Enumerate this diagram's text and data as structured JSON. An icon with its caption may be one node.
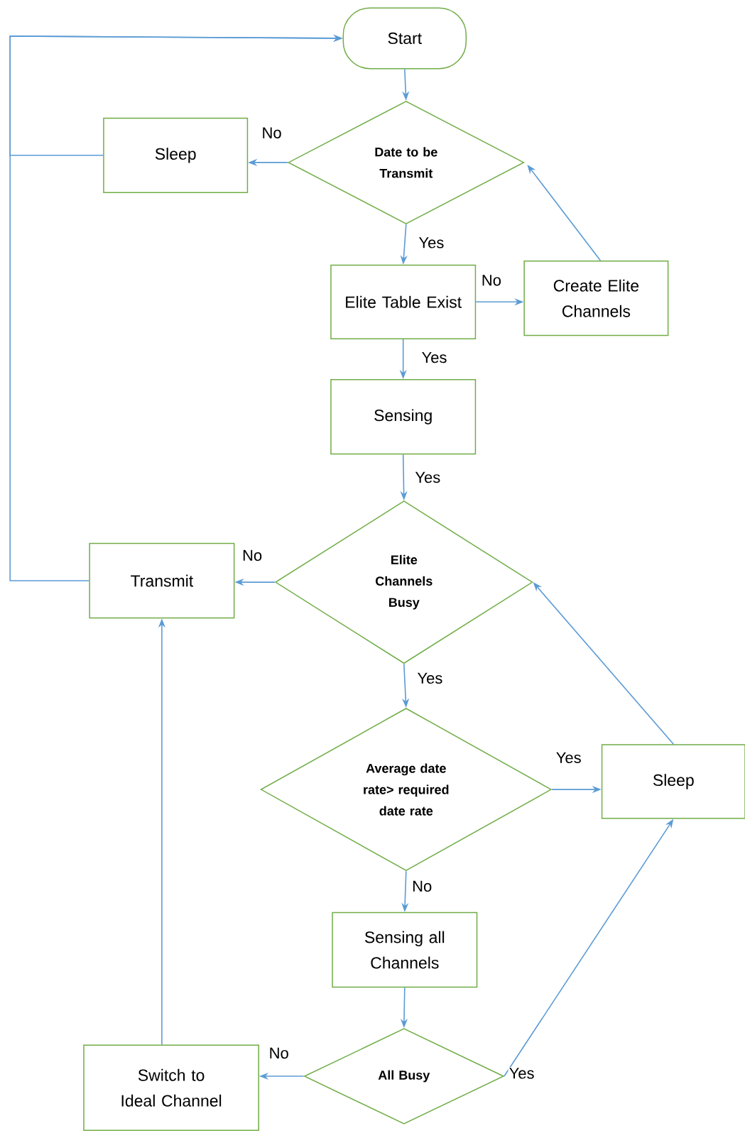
{
  "diagram": {
    "nodes": [
      {
        "text": [
          "Start"
        ]
      },
      {
        "text": [
          "Date to be Transmit"
        ]
      },
      {
        "text": [
          "Sleep"
        ]
      },
      {
        "text": [
          "Elite Table Exist"
        ]
      },
      {
        "text": [
          "Create Elite Channels"
        ]
      },
      {
        "text": [
          "Sensing"
        ]
      },
      {
        "text": [
          "Elite Channels Busy"
        ]
      },
      {
        "text": [
          "Transmit"
        ]
      },
      {
        "text": [
          "Average date rate> required date rate"
        ]
      },
      {
        "text": [
          "Sleep"
        ]
      },
      {
        "text": [
          "Sensing all Channels"
        ]
      },
      {
        "text": [
          "All Busy"
        ]
      },
      {
        "text": [
          "Switch to Ideal Channel"
        ]
      }
    ],
    "edges": [
      {
        "from": 0,
        "to": 1,
        "arrow": "to"
      },
      {
        "from": 1,
        "to": 2,
        "arrow": "to",
        "label": "No"
      },
      {
        "from": 1,
        "to": 3,
        "arrow": "to",
        "label": "Yes"
      },
      {
        "from": 3,
        "to": 4,
        "arrow": "to",
        "label": "No"
      },
      {
        "from": 4,
        "to": 1,
        "arrow": "to"
      },
      {
        "from": 3,
        "to": 5,
        "arrow": "to",
        "label": "Yes"
      },
      {
        "from": 5,
        "to": 6,
        "arrow": "to",
        "label": "Yes"
      },
      {
        "from": 6,
        "to": 7,
        "arrow": "to",
        "label": "No"
      },
      {
        "from": 6,
        "to": 8,
        "arrow": "to",
        "label": "Yes"
      },
      {
        "from": 8,
        "to": 9,
        "arrow": "to",
        "label": "Yes"
      },
      {
        "from": 9,
        "to": 6,
        "arrow": "to"
      },
      {
        "from": 8,
        "to": 10,
        "arrow": "to",
        "label": "No"
      },
      {
        "from": 10,
        "to": 11,
        "arrow": "to"
      },
      {
        "from": 11,
        "to": 12,
        "arrow": "to",
        "label": "No"
      },
      {
        "from": 11,
        "to": 9,
        "arrow": "to",
        "label": "Yes"
      },
      {
        "from": 12,
        "to": 7,
        "arrow": "to"
      },
      {
        "from": 2,
        "to": 0,
        "arrow": "to"
      },
      {
        "from": 7,
        "to": 0,
        "arrow": "to"
      }
    ]
  }
}
